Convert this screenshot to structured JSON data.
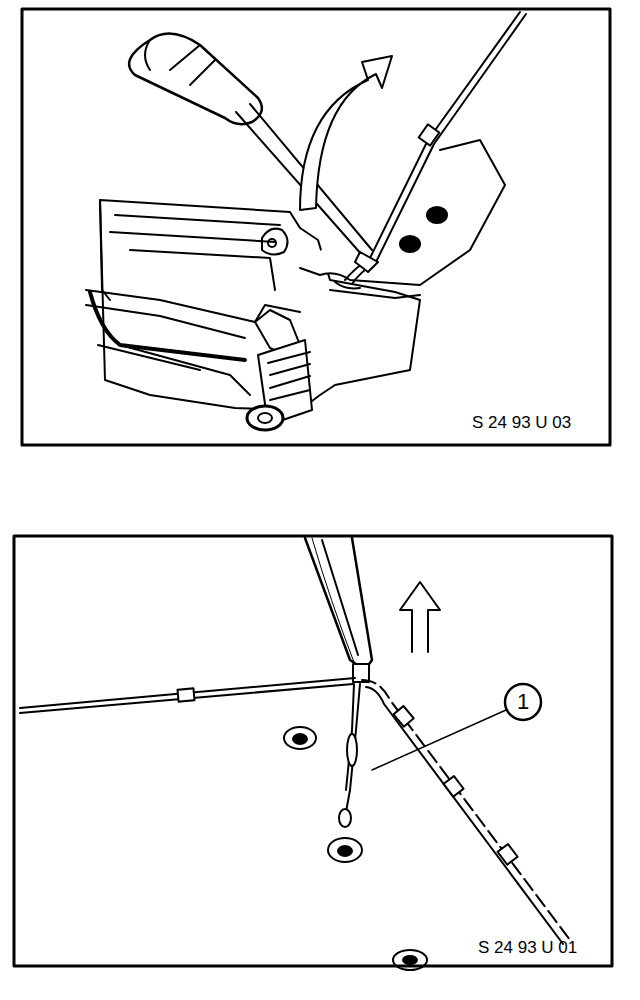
{
  "diagram": {
    "labels": [
      "S 24 93 U 03",
      "1",
      "S 24 93 U 01"
    ]
  }
}
